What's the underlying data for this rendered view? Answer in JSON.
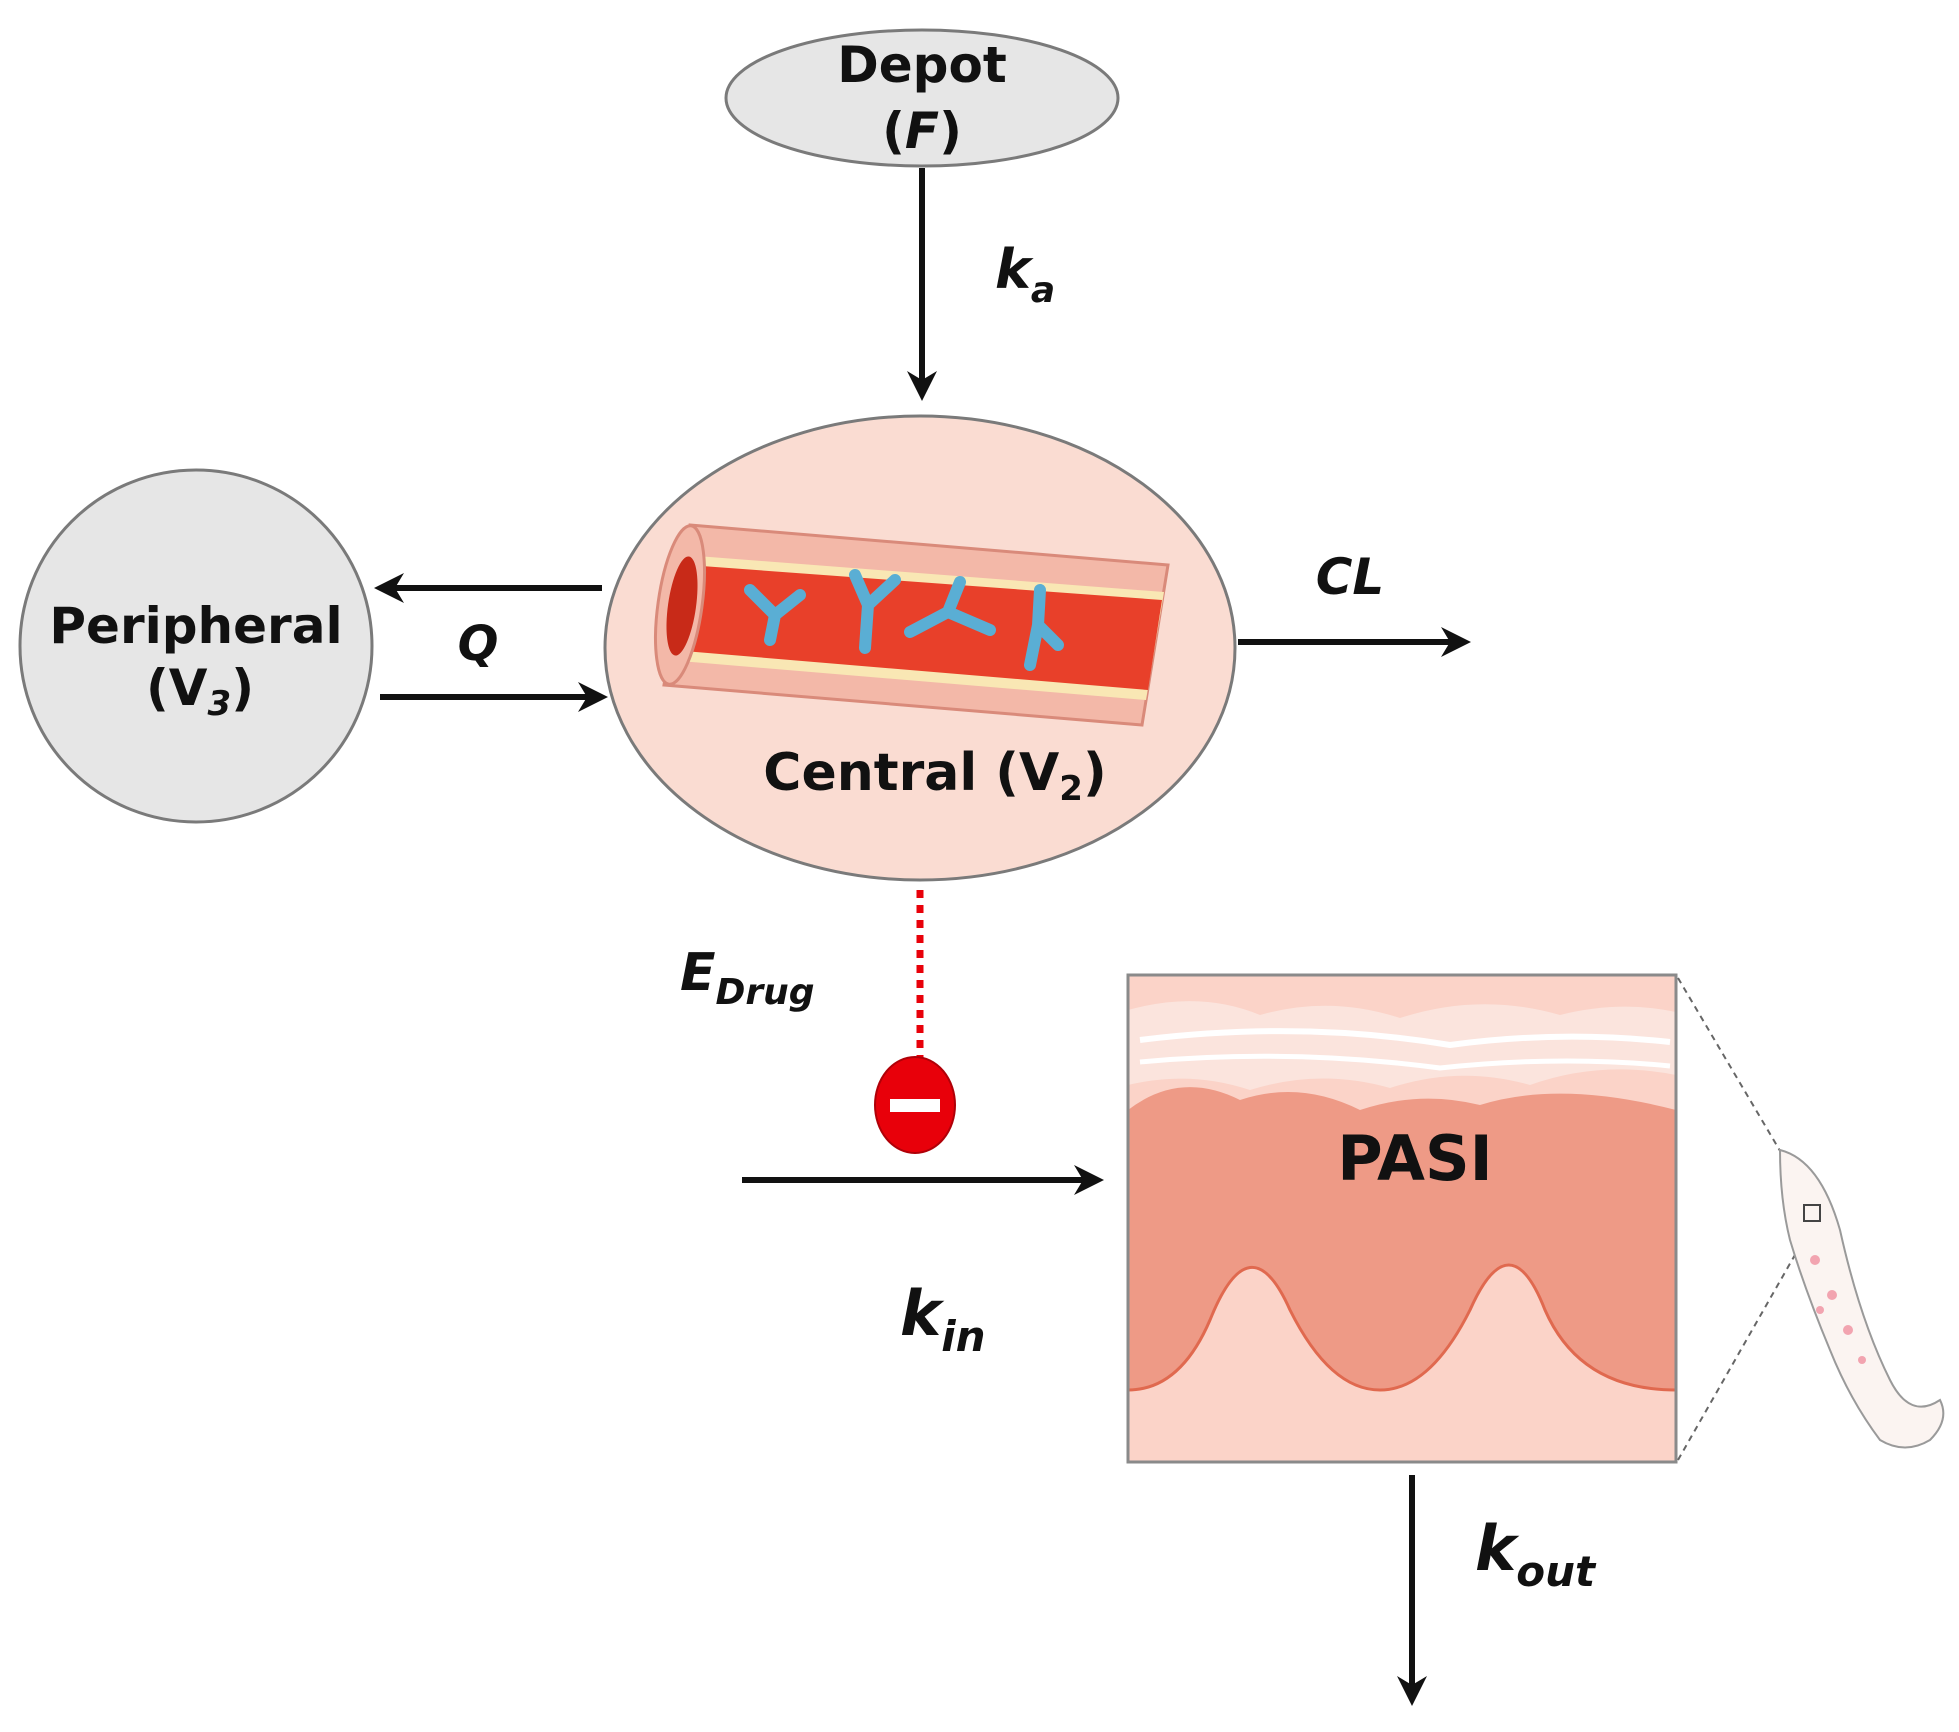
{
  "depot": {
    "name": "Depot",
    "param_open": "(",
    "param": "F",
    "param_close": ")"
  },
  "peripheral": {
    "name": "Peripheral",
    "param_open": "(V",
    "param_sub": "3",
    "param_close": ")"
  },
  "central": {
    "name": "Central (V",
    "sub": "2",
    "close": ")"
  },
  "rates": {
    "ka": {
      "main": "k",
      "sub": "a"
    },
    "q": "Q",
    "cl": "CL",
    "edrug": {
      "main": "E",
      "sub": "Drug"
    },
    "kin": {
      "main": "k",
      "sub": "in"
    },
    "kout": {
      "main": "k",
      "sub": "out"
    }
  },
  "pasi": "PASI",
  "colors": {
    "grey_node": "#e6e6e6",
    "central_fill": "#fadcd2",
    "vessel_red": "#e8402a",
    "vessel_wall": "#f3b8a8",
    "antibody": "#5aaed4",
    "inhibit_red": "#e8000a",
    "skin_upper": "#ee9a86",
    "skin_lower": "#fbd3c8",
    "arrow": "#111111"
  },
  "icons": [
    "antibody-icon",
    "inhibition-icon",
    "arm-icon"
  ]
}
